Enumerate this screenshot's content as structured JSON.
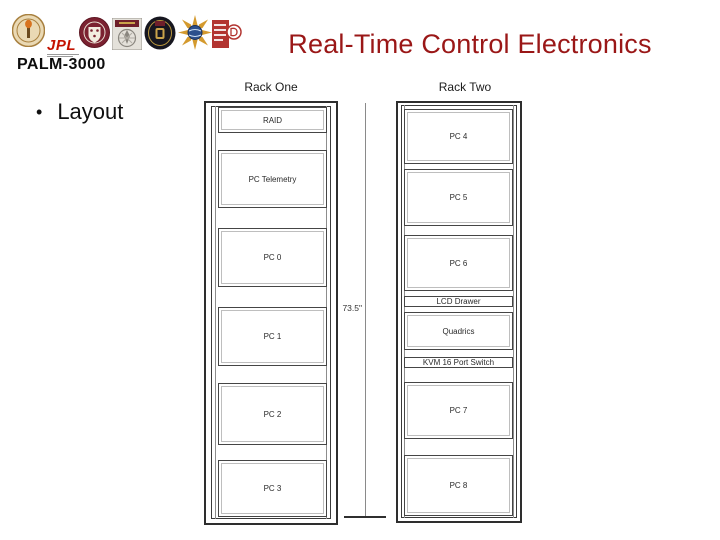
{
  "slide": {
    "project_label": "PALM-3000",
    "title": "Real-Time Control Electronics",
    "bullet_char": "•",
    "bullet_text": "Layout"
  },
  "logos": [
    {
      "name": "caltech-torch-seal"
    },
    {
      "name": "jpl-wordmark",
      "label": "JPL"
    },
    {
      "name": "maroon-crest-seal"
    },
    {
      "name": "ornate-square-seal"
    },
    {
      "name": "dark-round-seal"
    },
    {
      "name": "gold-starburst-globe"
    },
    {
      "name": "red-square-wordmark"
    }
  ],
  "colors": {
    "title_maroon": "#9a1717",
    "jpl_red": "#c41200",
    "line_gray": "#8a8a8a"
  },
  "diagram": {
    "dimension_label": "73.5\"",
    "racks": [
      {
        "label": "Rack One",
        "units": [
          {
            "label": "RAID"
          },
          {
            "label": "PC Telemetry"
          },
          {
            "label": "PC 0"
          },
          {
            "label": "PC 1"
          },
          {
            "label": "PC 2"
          },
          {
            "label": "PC 3"
          }
        ]
      },
      {
        "label": "Rack Two",
        "units": [
          {
            "label": "PC 4"
          },
          {
            "label": "PC 5"
          },
          {
            "label": "PC 6"
          },
          {
            "label": "LCD Drawer"
          },
          {
            "label": "Quadrics"
          },
          {
            "label": "KVM 16 Port Switch"
          },
          {
            "label": "PC 7"
          },
          {
            "label": "PC 8"
          }
        ]
      }
    ]
  }
}
